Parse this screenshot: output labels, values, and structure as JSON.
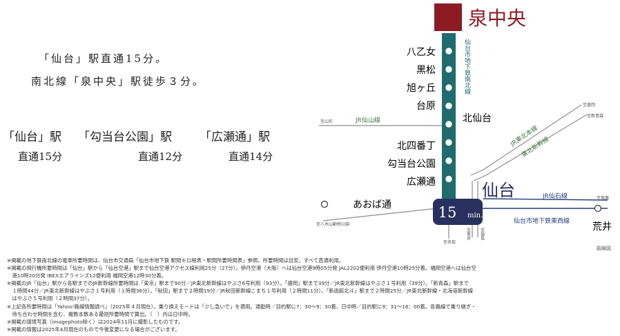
{
  "headline": {
    "line1": "「仙台」駅直通15分。",
    "line2": "南北線「泉中央」駅徒歩３分。"
  },
  "stations_summary": [
    {
      "name": "「仙台」駅",
      "time": "直通15分"
    },
    {
      "name": "「勾当台公園」駅",
      "time": "直通12分"
    },
    {
      "name": "「広瀬通」駅",
      "time": "直通14分"
    }
  ],
  "map": {
    "terminal": "泉中央",
    "stations": [
      "八乙女",
      "黒松",
      "旭ヶ丘",
      "台原",
      "北仙台",
      "北四番丁",
      "勾当台公園",
      "広瀬通"
    ],
    "hub": "仙台",
    "hub_time": "15",
    "hub_unit": "min.",
    "aoba": "あおば通",
    "arai": "荒井",
    "line_names": {
      "namboku": "仙台市地下鉄南北線",
      "senzan": "JR仙山線",
      "tohoku": "JR東北本線",
      "shinkansen": "東北新幹線",
      "senseki": "JR仙石線",
      "tozai": "仙台市地下鉄東西線"
    },
    "small_labels": {
      "yamagata": "至山形",
      "morioka": "至盛岡",
      "shinaomori": "至新青森",
      "yagiyama": "至八木山動物公園",
      "natori": "至名取",
      "shiogama": "至塩竈",
      "tokyo": "至東京",
      "fukushima": "至福島",
      "route_map": "路線図"
    },
    "colors": {
      "namboku": "#1f6b6e",
      "green_lines": "#3e7a3a",
      "blue_lines": "#1f3d7a",
      "grey_lines": "#8c8c8c",
      "terminal_box": "#8c1b24",
      "hub_box": "#27305e"
    }
  },
  "notes": [
    "※掲載の地下鉄南北線の電車所要時間は、仙台市交通局「仙台市地下鉄 駅間キロ程表・駅間所要時間表」参照。所要時間は目安。すべて直通利用。",
    "※掲載の飛行機所要時間は「仙台」駅から「仙台空港」駅まで仙台空港アクセス線利用25分（27分）。伊丹空港（大阪）へは仙台空港9時05分発 JAL2202便利用 伊丹空港10時25分着。福岡空港へは仙台空",
    "　港10時20分発 IBEXエアラインズ12便利用 福岡空港12時30分着。",
    "※掲載のJR「仙台」駅から各駅までのJR新幹線所要時間は「東京」駅まで90分／JR東北新幹線はやぶさ6号利用（93分）。「盛岡」駅まで39分／JR東北新幹線はやぶさ１号利用（39分）。「新青森」駅まで",
    "　１時間44分／JR東北新幹線はやぶさ１号利用（１時間36分）。「秋田」駅まで２時間19分／JR秋田新幹線こまち１号利用（２時間11分）。「新函館北斗」駅まで２時間25分／JR東北新幹線・北海道新幹線",
    "　はやぶさ５号利用（２時間37分）。",
    "※上記各所要時間は「Yahoo!路線情報調べ」（2025年４月現在）。乗り換えモードは「少し急いで」を適用。通勤時／目的駅に7：30〜9：30着、日中時／目的駅に9：31〜16：00着。各路線で乗り継ぎ・",
    "　待ち合わせ時間を含む、複数本数ある最短所要時間で算出。（　）内は日中時。",
    "※掲載の環境写真（imagephoto除く）は2024年11月に撮影したものです。",
    "※掲載の情報は2025年4月現在のもので今後変更になる場合がございます。"
  ]
}
